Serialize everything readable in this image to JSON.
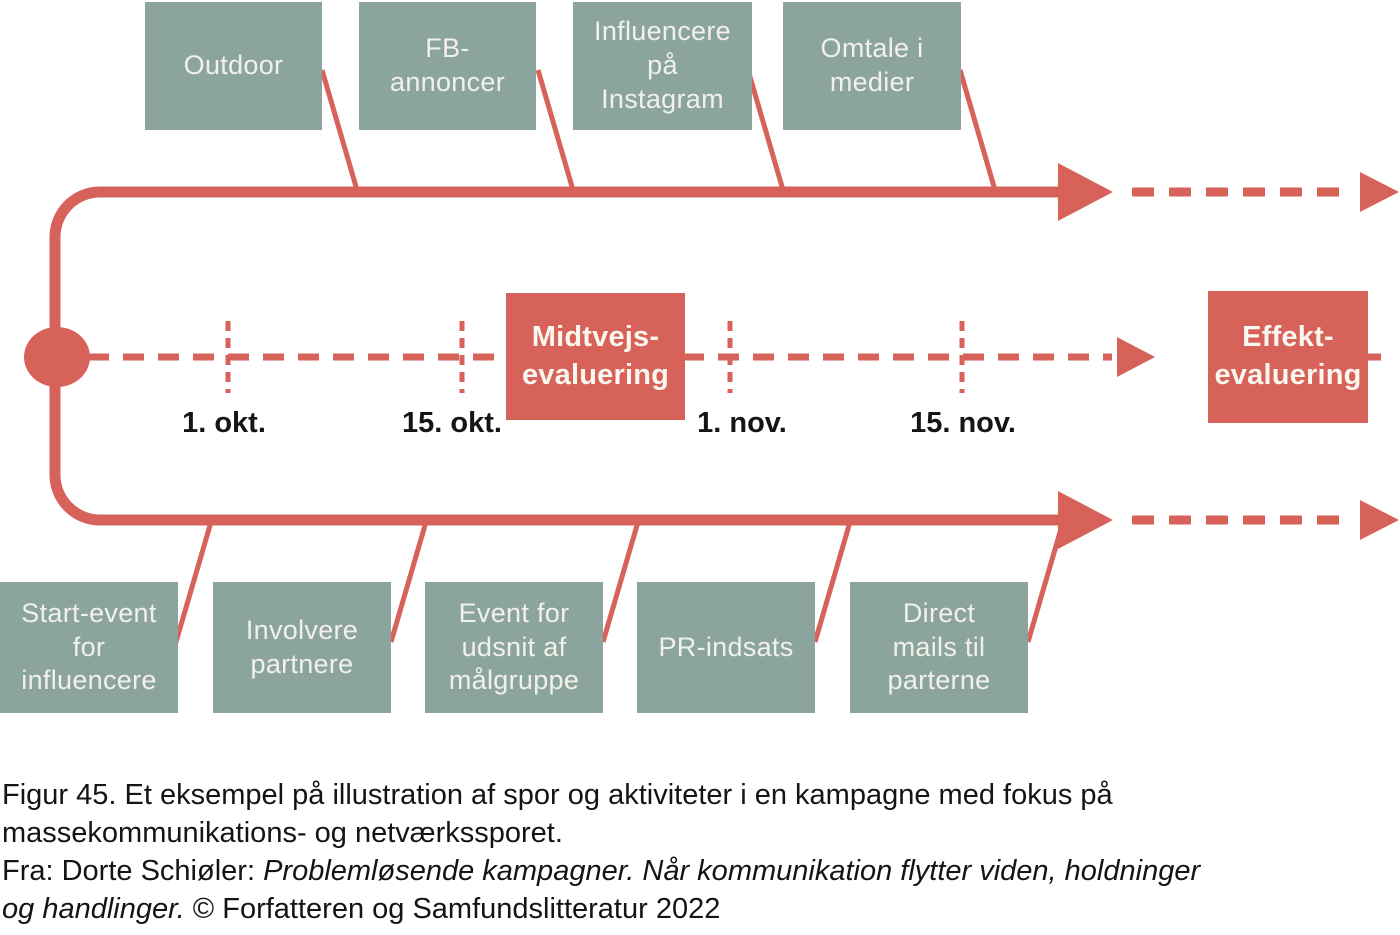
{
  "colors": {
    "red": "#d6625a",
    "sage": "#8ca49e",
    "boxtext": "#f2f1e9",
    "redboxtext": "#faf7ef",
    "captiontext": "#141414"
  },
  "top_track": {
    "boxes": [
      {
        "label": "Outdoor"
      },
      {
        "label": "FB-\nannoncer"
      },
      {
        "label": "Influencere\npå\nInstagram"
      },
      {
        "label": "Omtale i\nmedier"
      }
    ]
  },
  "bottom_track": {
    "boxes": [
      {
        "label": "Start-event\nfor\ninfluencere"
      },
      {
        "label": "Involvere\npartnere"
      },
      {
        "label": "Event for\nudsnit af\nmålgruppe"
      },
      {
        "label": "PR-indsats"
      },
      {
        "label": "Direct\nmails til\nparterne"
      }
    ]
  },
  "timeline": {
    "dates": [
      {
        "label": "1. okt."
      },
      {
        "label": "15. okt."
      },
      {
        "label": "1. nov."
      },
      {
        "label": "15. nov."
      }
    ]
  },
  "milestones": {
    "midway": "Midtvejs-\nevaluering",
    "effect": "Effekt-\nevaluering"
  },
  "caption": {
    "line1": "Figur 45. Et eksempel på illustration af spor og aktiviteter i en kampagne med fokus på",
    "line2": "massekommunikations- og netværkssporet.",
    "line3_normal": "Fra: Dorte Schiøler: ",
    "line3_italic": "Problemløsende kampagner. Når kommunikation flytter viden, holdninger",
    "line4_italic": "og handlinger.",
    "line4_normal": " © Forfatteren og Samfundslitteratur 2022"
  }
}
